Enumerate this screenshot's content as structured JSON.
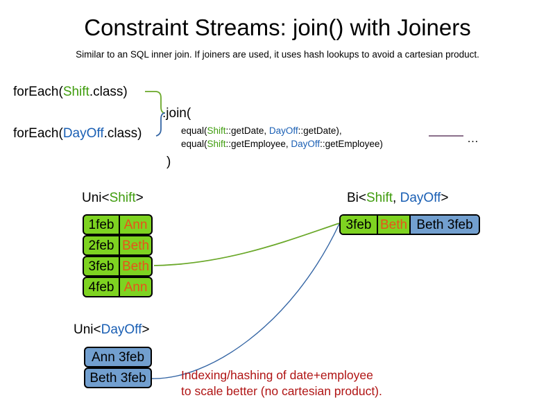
{
  "header": {
    "title": "Constraint Streams: join() with Joiners",
    "subtitle": "Similar to an SQL inner join. If joiners are used, it uses hash lookups to avoid a cartesian product."
  },
  "code": {
    "forEach_shift": {
      "prefix": "forEach(",
      "type": "Shift",
      "suffix": ".class)"
    },
    "forEach_dayoff": {
      "prefix": "forEach(",
      "type": "DayOff",
      "suffix": ".class)"
    },
    "join_open": ".join(",
    "join_close": ")",
    "joiner1": {
      "prefix": "equal(",
      "left_type": "Shift",
      "left_method": "::getDate, ",
      "right_type": "DayOff",
      "right_method": "::getDate),"
    },
    "joiner2": {
      "prefix": "equal(",
      "left_type": "Shift",
      "left_method": "::getEmployee, ",
      "right_type": "DayOff",
      "right_method": "::getEmployee)"
    },
    "ellipsis": "…"
  },
  "sections": {
    "uni_shift_label": {
      "prefix": "Uni<",
      "type": "Shift",
      "suffix": ">"
    },
    "bi_label": {
      "prefix": "Bi<",
      "type_a": "Shift",
      "separator": ", ",
      "type_b": "DayOff",
      "suffix": ">"
    },
    "uni_dayoff_label": {
      "prefix": "Uni<",
      "type": "DayOff",
      "suffix": ">"
    }
  },
  "uni_shift_rows": [
    {
      "date": "1feb",
      "employee": "Ann"
    },
    {
      "date": "2feb",
      "employee": "Beth"
    },
    {
      "date": "3feb",
      "employee": "Beth"
    },
    {
      "date": "4feb",
      "employee": "Ann"
    }
  ],
  "uni_dayoff_rows": [
    {
      "text": "Ann 3feb"
    },
    {
      "text": "Beth 3feb"
    }
  ],
  "bi_row": {
    "shift_date": "3feb",
    "shift_employee": "Beth",
    "dayoff_text": "Beth 3feb"
  },
  "footnote": {
    "line1": "Indexing/hashing of date+employee",
    "line2": "to scale better (no cartesian product)."
  },
  "colors": {
    "shift_green": "#7ed321",
    "dayoff_blue": "#729fcf",
    "shift_token_green": "#3f9c0d",
    "dayoff_token_blue": "#1a5fb4",
    "employee_orange": "#e8531a",
    "footnote_red": "#b01414",
    "connector_green": "#6aa829",
    "connector_blue": "#3465a4",
    "ellipsis_rule_purple": "#7a5a7a",
    "box_border": "#000000",
    "background": "#ffffff"
  }
}
